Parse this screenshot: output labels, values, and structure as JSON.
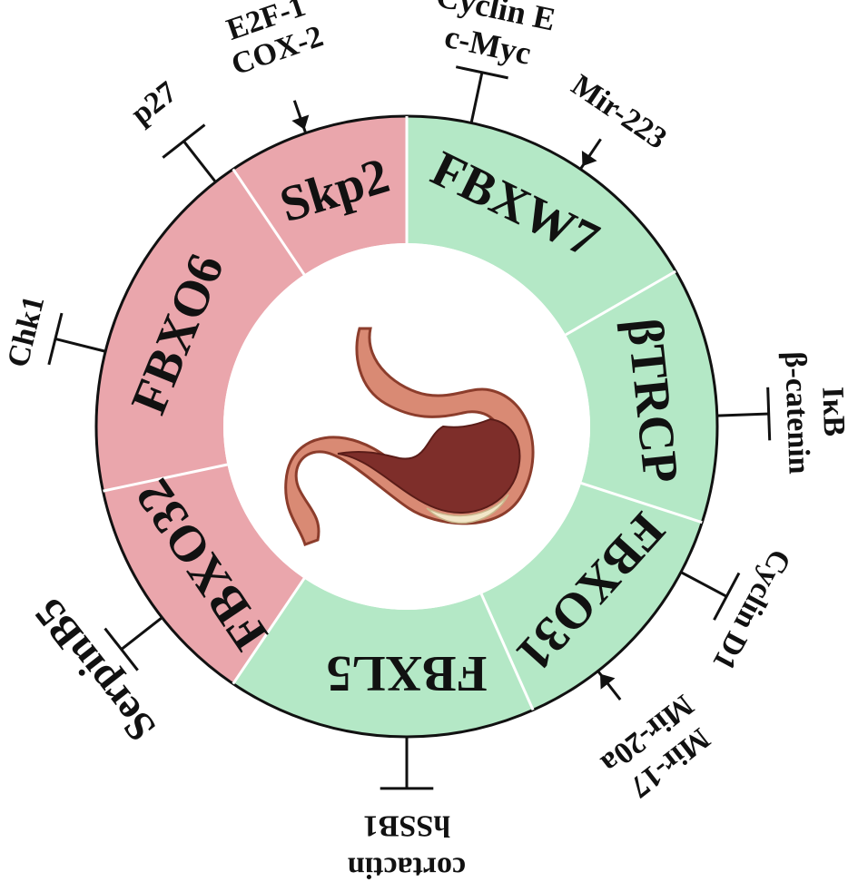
{
  "center_image": {
    "icon": "stomach-icon"
  },
  "segments": [
    {
      "id": "skp2",
      "label": "Skp2",
      "group": "oncogenic"
    },
    {
      "id": "fbxw7",
      "label": "FBXW7",
      "group": "suppressor"
    },
    {
      "id": "btrcp",
      "label": "βTRCP",
      "group": "suppressor"
    },
    {
      "id": "fbxo31",
      "label": "FBXO31",
      "group": "suppressor"
    },
    {
      "id": "fbxl5",
      "label": "FBXL5",
      "group": "suppressor"
    },
    {
      "id": "fbxo32",
      "label": "FBXO32",
      "group": "oncogenic"
    },
    {
      "id": "fbxo6",
      "label": "FBXO6",
      "group": "oncogenic"
    }
  ],
  "colors": {
    "oncogenic": "#eaa6ac",
    "suppressor": "#b4e8c6",
    "outline": "#111111",
    "center": "#ffffff"
  },
  "regulators": {
    "skp2_p27": {
      "text": [
        "p27"
      ],
      "type": "inhibit"
    },
    "skp2_e2f1_cox2": {
      "text": [
        "E2F-1",
        "COX-2"
      ],
      "type": "activate"
    },
    "fbxw7_cyclin_e": {
      "text": [
        "Cyclin E",
        "c-Myc"
      ],
      "type": "inhibit"
    },
    "fbxw7_mir223": {
      "text": [
        "Mir-223"
      ],
      "type": "activate"
    },
    "btrcp_ikb": {
      "text": [
        "IκB",
        "β-catenin"
      ],
      "type": "inhibit"
    },
    "fbxo31_cyclin_d1": {
      "text": [
        "Cyclin D1"
      ],
      "type": "inhibit"
    },
    "fbxo31_mir": {
      "text": [
        "Mir-17",
        "Mir-20a"
      ],
      "type": "activate"
    },
    "fbxl5_hssb1": {
      "text": [
        "cortactin",
        "hSSB1"
      ],
      "type": "inhibit"
    },
    "fbxo32_serpinb5": {
      "text": [
        "SerpinB5"
      ],
      "type": "inhibit"
    },
    "fbxo6_chk1": {
      "text": [
        "Chk1"
      ],
      "type": "inhibit"
    }
  }
}
